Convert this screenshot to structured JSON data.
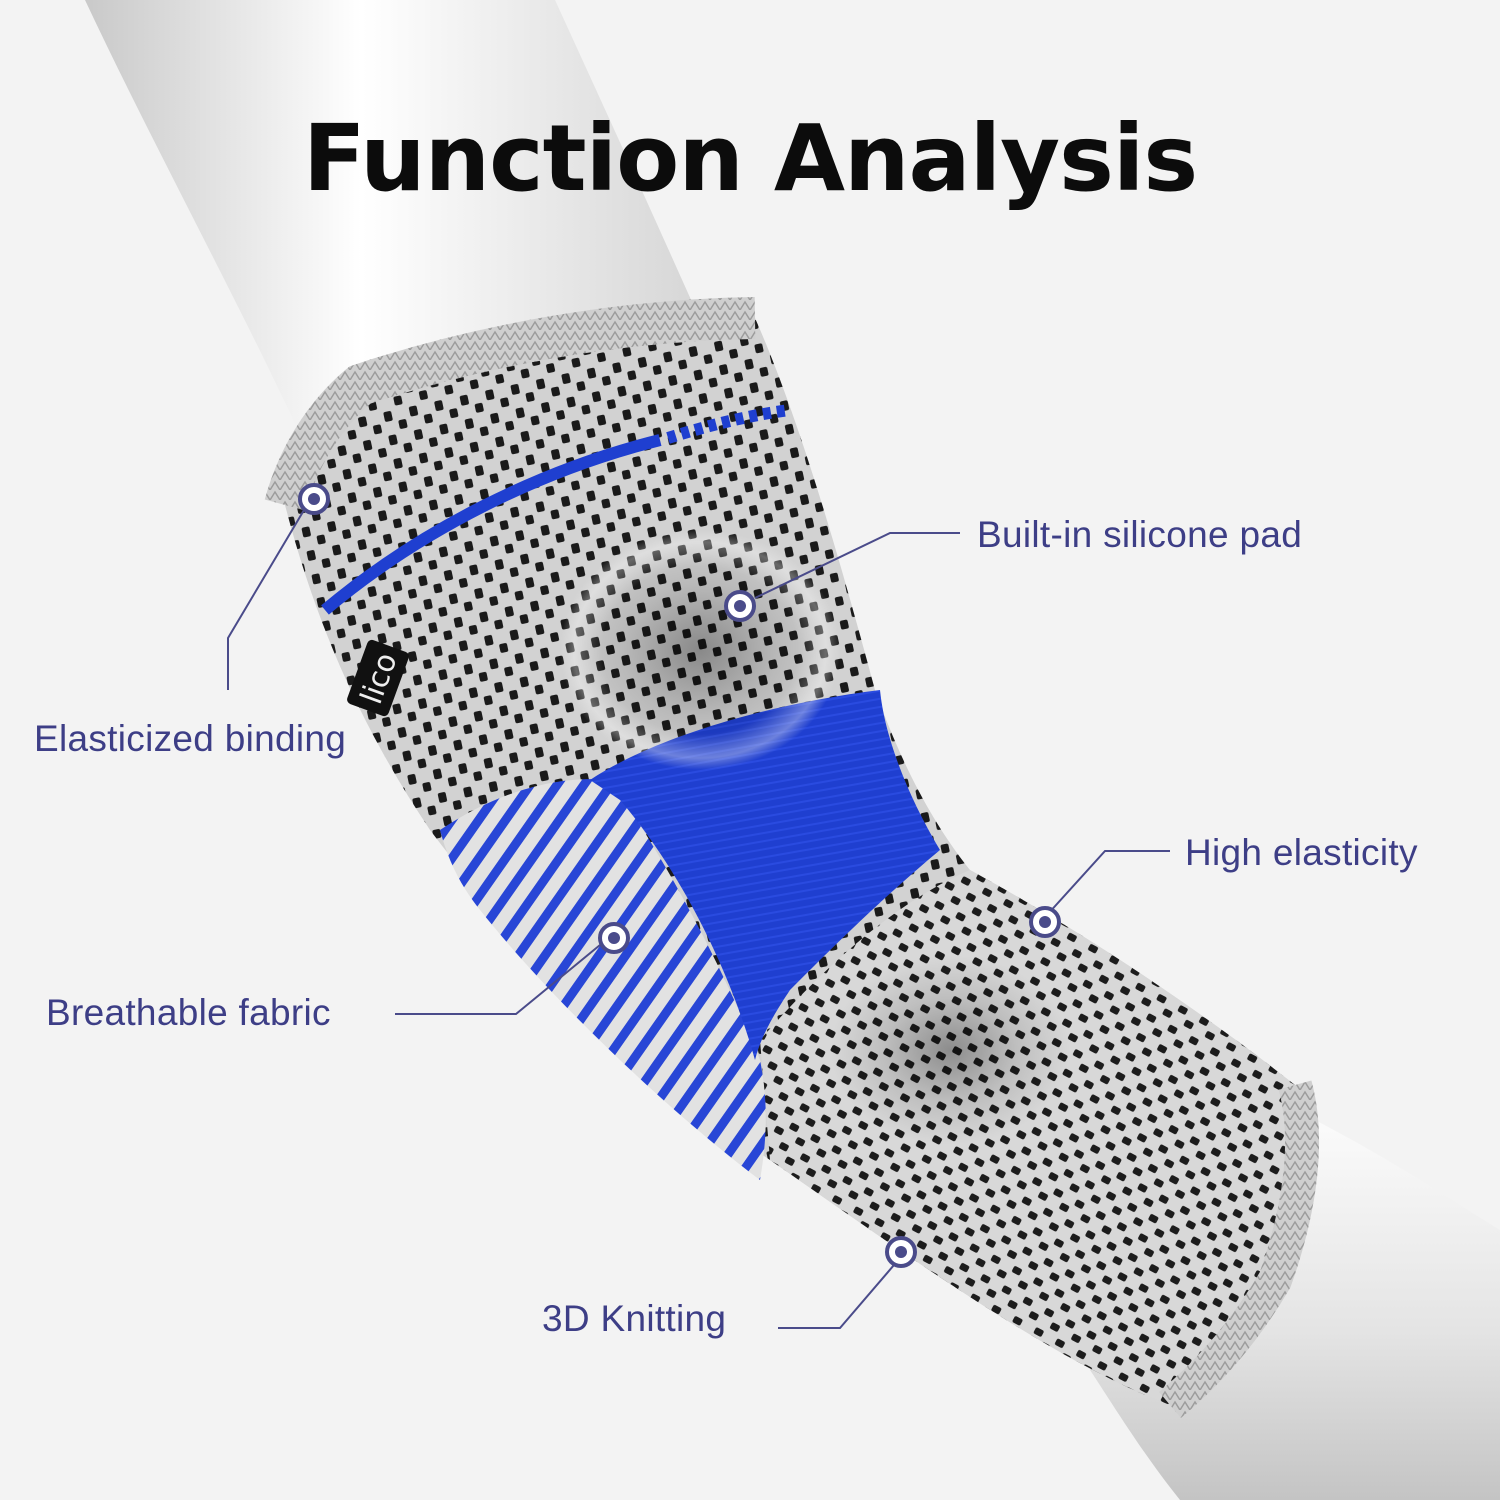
{
  "title": "Function Analysis",
  "callouts": {
    "silicone_pad": "Built-in silicone pad",
    "elasticized_binding": "Elasticized binding",
    "high_elasticity": "High elasticity",
    "breathable_fabric": "Breathable fabric",
    "knitting_3d": "3D Knitting"
  },
  "colors": {
    "background": "#f3f3f3",
    "title": "#0c0c0c",
    "label_text": "#3d3e86",
    "leader_line": "#4a4b8a",
    "sleeve_blue": "#1f3fd0",
    "sleeve_grey": "#cfcfcf",
    "knit_dots": "#1a1a1a"
  },
  "image": {
    "subject": "elbow-compression-sleeve",
    "brand_tag_partial": "lico"
  }
}
